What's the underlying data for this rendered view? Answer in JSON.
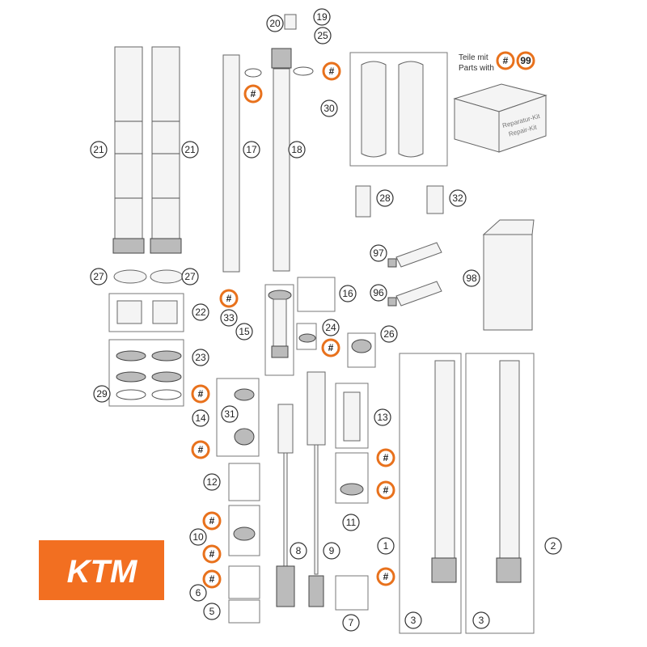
{
  "legend": {
    "line1": "Teile mit",
    "line2": "Parts with",
    "hash": "#",
    "kit_number": "99"
  },
  "repair_kit": {
    "label_de": "Reparatur-Kit",
    "label_en": "Repair-Kit"
  },
  "logo": {
    "text": "KTM",
    "color": "#f26f21"
  },
  "accent_color": "#e8711c",
  "callouts": [
    "20",
    "19",
    "25",
    "#",
    "#",
    "17",
    "18",
    "21",
    "21",
    "30",
    "28",
    "32",
    "97",
    "96",
    "98",
    "27",
    "27",
    "16",
    "#",
    "33",
    "15",
    "22",
    "24",
    "#",
    "26",
    "23",
    "29",
    "#",
    "14",
    "31",
    "#",
    "13",
    "#",
    "#",
    "11",
    "12",
    "#",
    "10",
    "#",
    "8",
    "9",
    "1",
    "2",
    "#",
    "6",
    "5",
    "#",
    "7",
    "3",
    "3"
  ]
}
